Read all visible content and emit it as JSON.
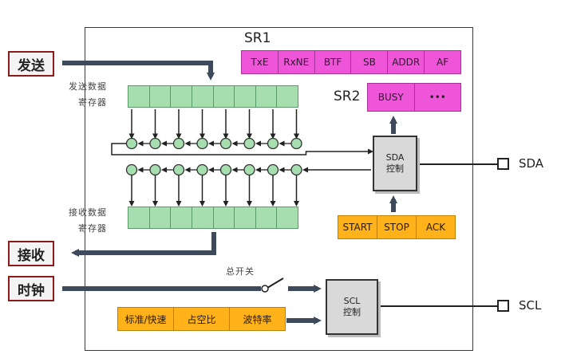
{
  "left_labels": {
    "send": "发送",
    "receive": "接收",
    "clock": "时钟"
  },
  "registers": {
    "sr1": {
      "title": "SR1",
      "cells": [
        "TxE",
        "RxNE",
        "BTF",
        "SB",
        "ADDR",
        "AF"
      ]
    },
    "sr2": {
      "title": "SR2",
      "cells": [
        "BUSY",
        "•••"
      ]
    }
  },
  "data_registers": {
    "tx_label_line1": "发送数据",
    "tx_label_line2": "寄存器",
    "rx_label_line1": "接收数据",
    "rx_label_line2": "寄存器",
    "bit_count": 8
  },
  "sda_controller": {
    "line1": "SDA",
    "line2": "控制"
  },
  "scl_controller": {
    "line1": "SCL",
    "line2": "控制"
  },
  "sda_signals": [
    "START",
    "STOP",
    "ACK"
  ],
  "clock_settings": [
    "标准/快速",
    "占空比",
    "波特率"
  ],
  "master_switch_label": "总开关",
  "pins": {
    "sda": "SDA",
    "scl": "SCL"
  },
  "colors": {
    "status_register": "#ee55d8",
    "data_register": "#a7deb0",
    "signal_block": "#ffb21a",
    "controller": "#d9d9d9",
    "arrow": "#3d4a5c",
    "label_border": "#8b1a1a"
  }
}
